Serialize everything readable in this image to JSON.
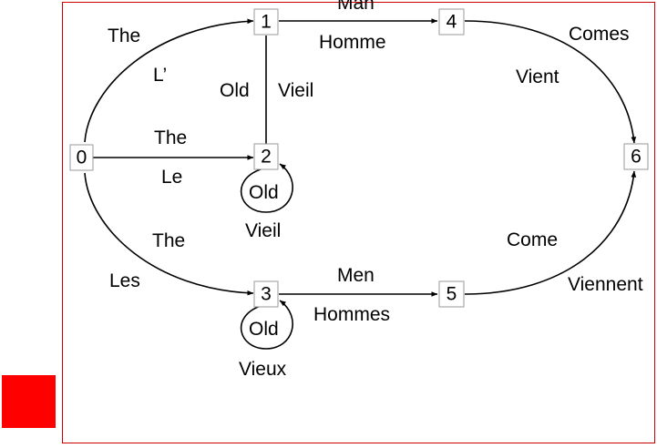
{
  "colors": {
    "frame": "#cc0000",
    "square": "#ff0000",
    "edge": "#000000",
    "node_border": "#9a9a9a"
  },
  "nodes": [
    "0",
    "1",
    "2",
    "3",
    "4",
    "5",
    "6"
  ],
  "edges": {
    "e01": {
      "from": "0",
      "to": "1",
      "label_en": "The",
      "label_fr": "L’"
    },
    "e02": {
      "from": "0",
      "to": "2",
      "label_en": "The",
      "label_fr": "Le"
    },
    "e03": {
      "from": "0",
      "to": "3",
      "label_en": "The",
      "label_fr": "Les"
    },
    "e12": {
      "from": "1",
      "to": "2",
      "label_en": "Old",
      "label_fr": "Vieil"
    },
    "e22": {
      "from": "2",
      "to": "2",
      "label_en": "Old",
      "label_fr": "Vieil"
    },
    "e33": {
      "from": "3",
      "to": "3",
      "label_en": "Old",
      "label_fr": "Vieux"
    },
    "e14": {
      "from": "1",
      "to": "4",
      "label_en": "Man",
      "label_fr": "Homme"
    },
    "e35": {
      "from": "3",
      "to": "5",
      "label_en": "Men",
      "label_fr": "Hommes"
    },
    "e46": {
      "from": "4",
      "to": "6",
      "label_en": "Comes",
      "label_fr": "Vient"
    },
    "e56": {
      "from": "5",
      "to": "6",
      "label_en": "Come",
      "label_fr": "Viennent"
    }
  }
}
